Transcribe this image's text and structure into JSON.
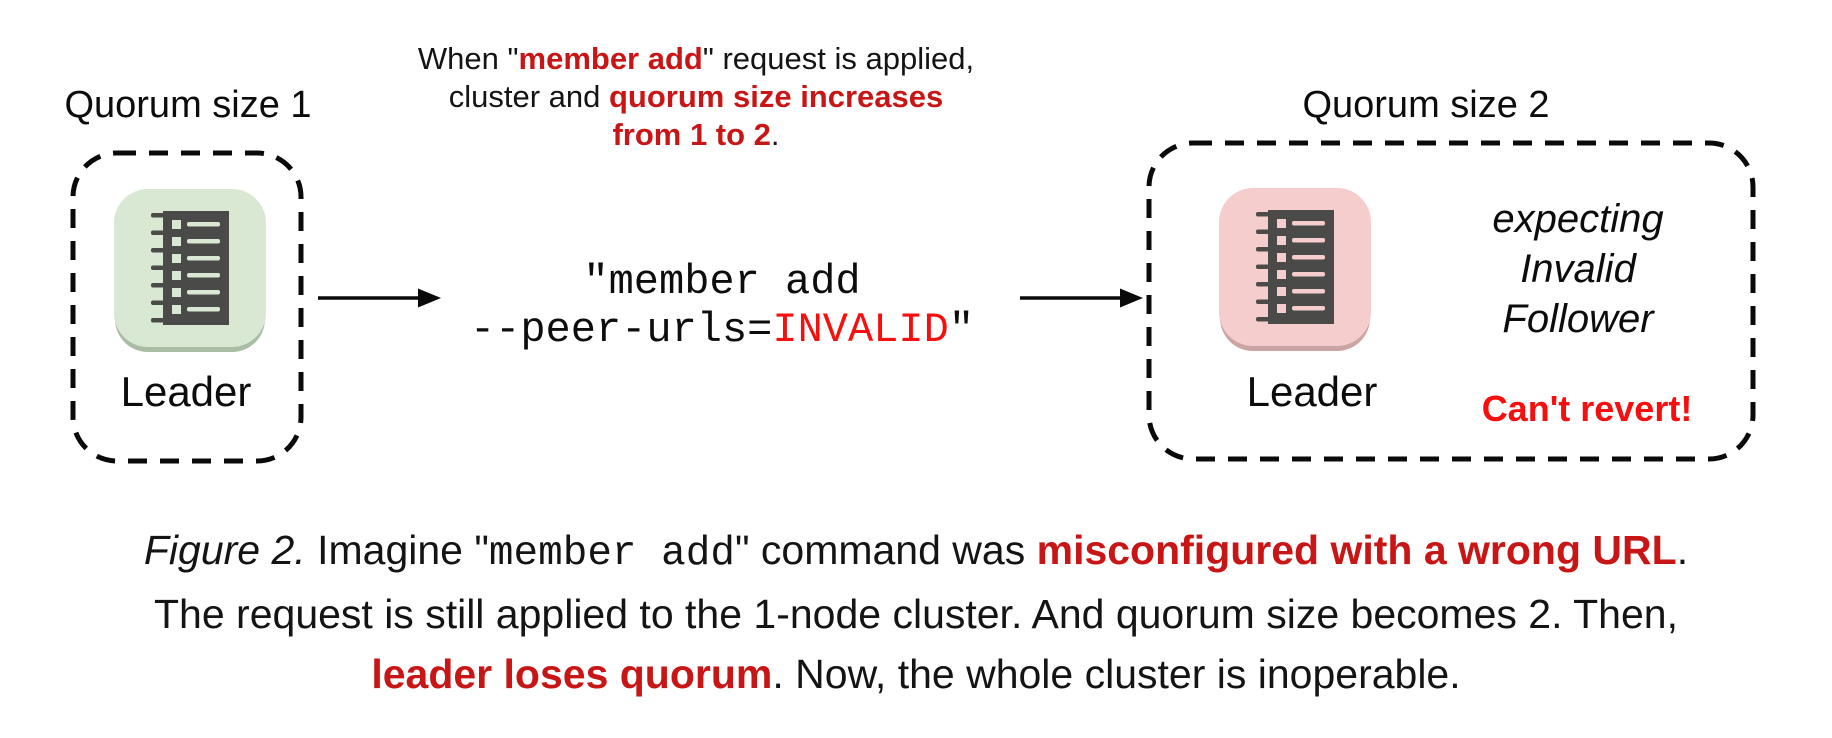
{
  "colors": {
    "red_bold": "#c81616",
    "red_bright": "#f50f0f",
    "tile_green": "#d8e8d2",
    "tile_green_edge": "#a9bda5",
    "tile_pink": "#f6cdcd",
    "tile_pink_edge": "#cba4a4",
    "glyph_dark": "#4a4a48"
  },
  "left_cluster": {
    "title": "Quorum size 1",
    "node_label": "Leader"
  },
  "annotation": {
    "line1_pre": "When \"",
    "line1_em": "member add",
    "line1_post": "\" request is applied,",
    "line2_pre": "cluster and ",
    "line2_em": "quorum size increases",
    "line3_em": "from 1 to 2",
    "line3_post": "."
  },
  "command": {
    "line1": "\"member add",
    "line2_pre": "--peer-urls=",
    "line2_em": "INVALID",
    "line2_post": "\""
  },
  "right_cluster": {
    "title": "Quorum size 2",
    "node_label": "Leader",
    "expecting": [
      "expecting",
      "Invalid",
      "Follower"
    ],
    "warning": "Can't revert!"
  },
  "caption": {
    "figure_label": "Figure 2.",
    "line1_pre": " Imagine \"",
    "line1_mono": "member add",
    "line1_mid": "\" command was ",
    "line1_em": "misconfigured with a wrong URL",
    "line1_post": ".",
    "line2": "The request is still applied to the 1-node cluster. And quorum size becomes 2. Then,",
    "line3_em": "leader loses quorum",
    "line3_post": " Now, the whole cluster is inoperable.",
    "line3_dot": "."
  }
}
